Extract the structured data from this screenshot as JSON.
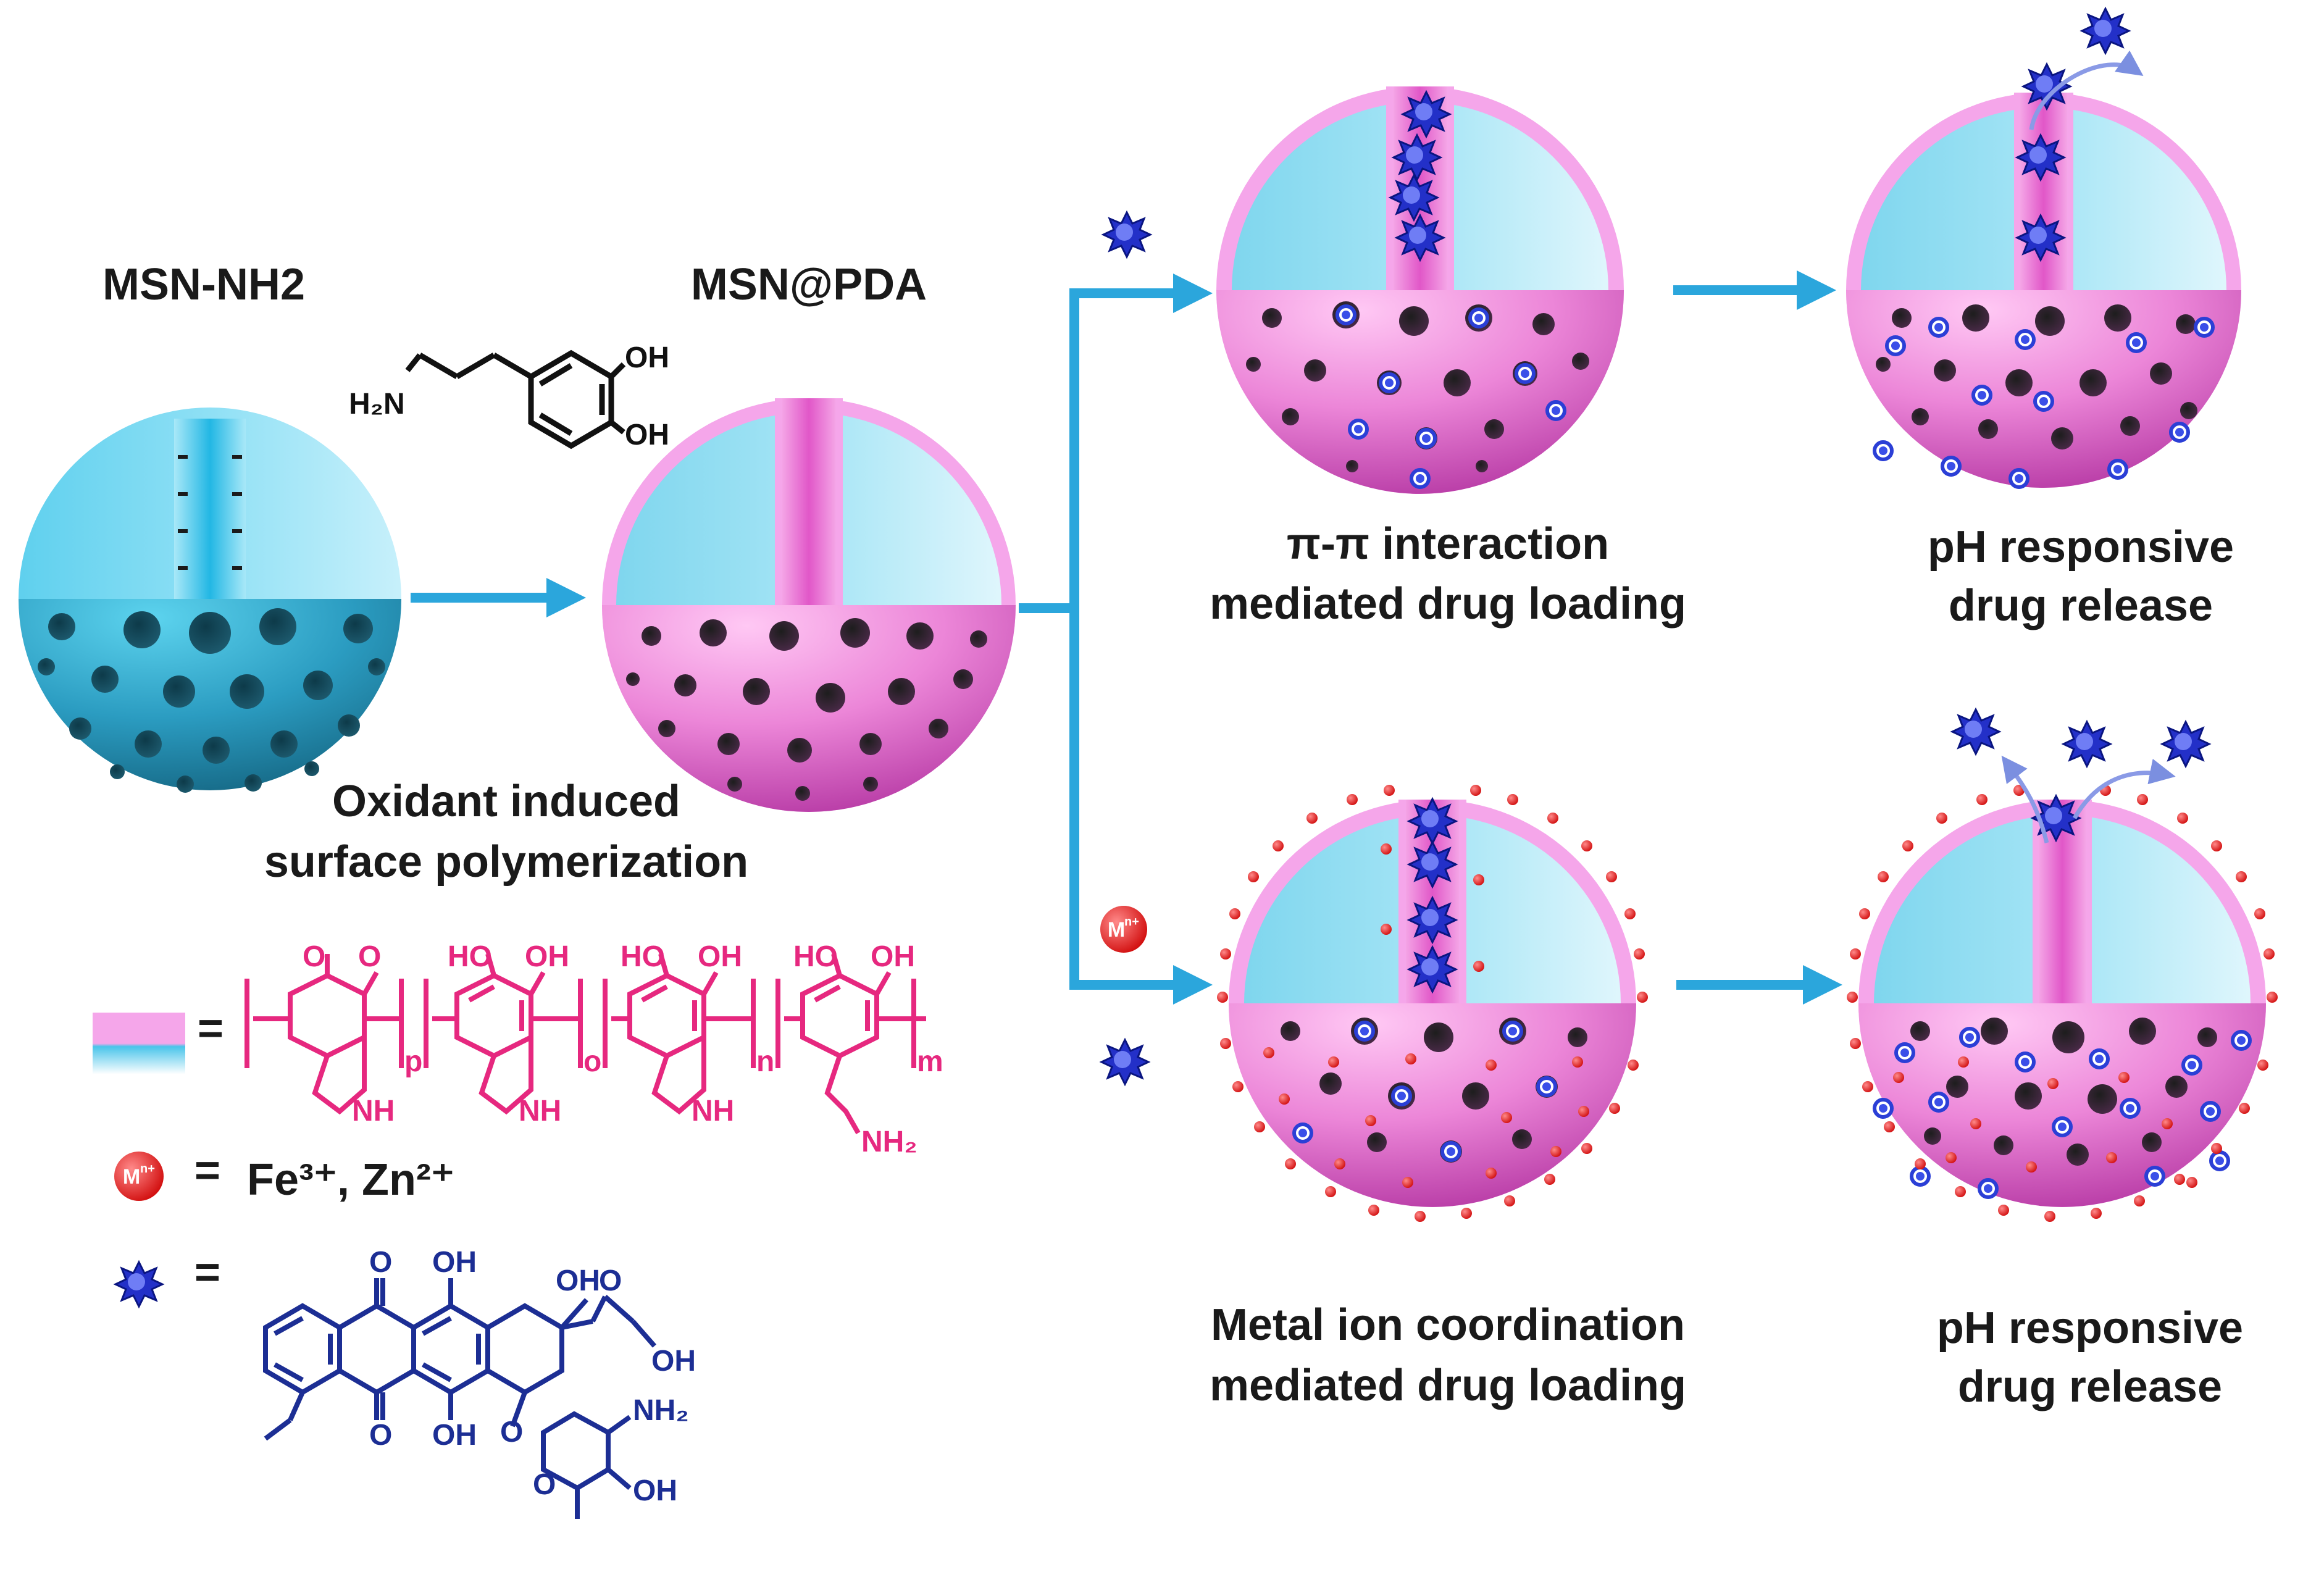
{
  "labels": {
    "msn_nh2": "MSN-NH2",
    "msn_pda": "MSN@PDA",
    "oxidant_line1": "Oxidant induced",
    "oxidant_line2": "surface polymerization",
    "pipi_line1": "π-π interaction",
    "pipi_line2": "mediated drug loading",
    "ph_top_line1": "pH responsive",
    "ph_top_line2": "drug release",
    "metal_line1": "Metal ion coordination",
    "metal_line2": "mediated drug loading",
    "ph_bottom_line1": "pH responsive",
    "ph_bottom_line2": "drug release"
  },
  "legend": {
    "equals": "=",
    "metal_badge": "M",
    "metal_badge_sup": "n+",
    "metal_ions": "Fe³⁺, Zn²⁺",
    "pda_subscripts": [
      "p",
      "o",
      "n",
      "m"
    ]
  },
  "dopamine": {
    "oh_top": "OH",
    "oh_bottom": "OH",
    "h2n": "H₂N"
  },
  "pda_groups": [
    "O",
    "O",
    "HO",
    "OH",
    "HO",
    "OH",
    "HO",
    "OH",
    "NH",
    "NH",
    "NH",
    "NH₂"
  ],
  "dox_groups": [
    "O",
    "OH",
    "OH",
    "O",
    "OH",
    "O",
    "OH",
    "O",
    "NH₂",
    "O",
    "OH"
  ],
  "colors": {
    "cyan": "#33bde9",
    "pink_shell": "#f2a3e6",
    "magenta": "#e6287f",
    "drug_blue": "#2330c8",
    "metal_red": "#e01b1b",
    "structure_navy": "#1c2e94",
    "arrow": "#2ba6dc"
  }
}
